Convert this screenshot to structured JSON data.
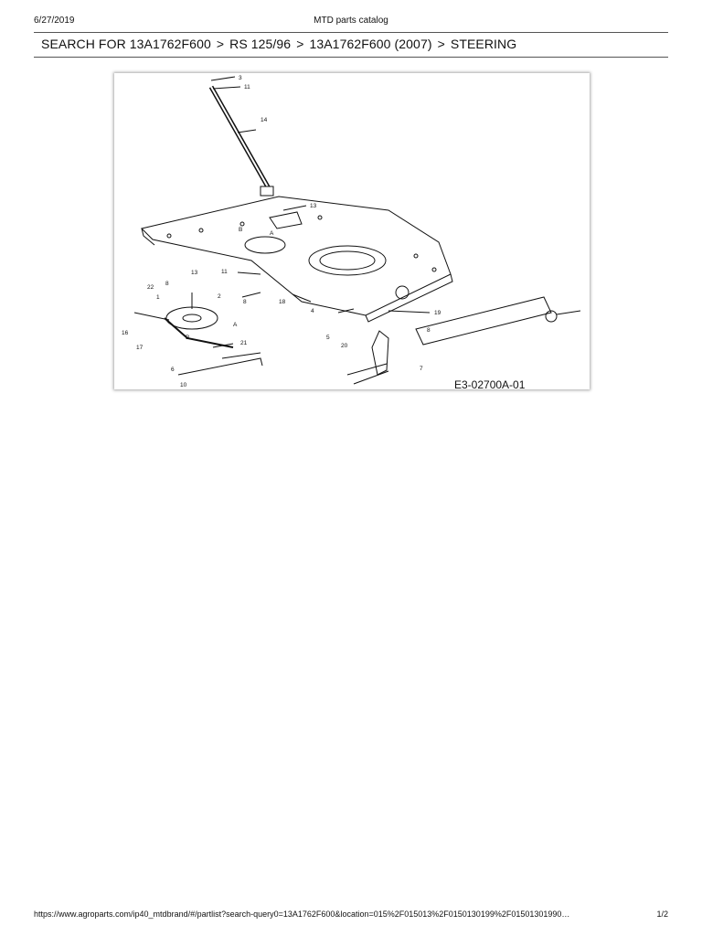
{
  "header": {
    "date": "6/27/2019",
    "title": "MTD parts catalog"
  },
  "breadcrumb": {
    "items": [
      "SEARCH FOR 13A1762F600",
      "RS 125/96",
      "13A1762F600 (2007)",
      "STEERING"
    ],
    "separator": ">"
  },
  "diagram": {
    "code": "E3-02700A-01",
    "callouts": [
      "3",
      "11",
      "14",
      "13",
      "B",
      "A",
      "8",
      "13",
      "22",
      "1",
      "11",
      "2",
      "8",
      "18",
      "4",
      "16",
      "17",
      "6",
      "10",
      "21",
      "A",
      "B",
      "5",
      "20",
      "19",
      "8",
      "7"
    ]
  },
  "footer": {
    "url": "https://www.agroparts.com/ip40_mtdbrand/#/partlist?search-query0=13A1762F600&location=015%2F015013%2F0150130199%2F01501301990…",
    "page": "1/2"
  }
}
